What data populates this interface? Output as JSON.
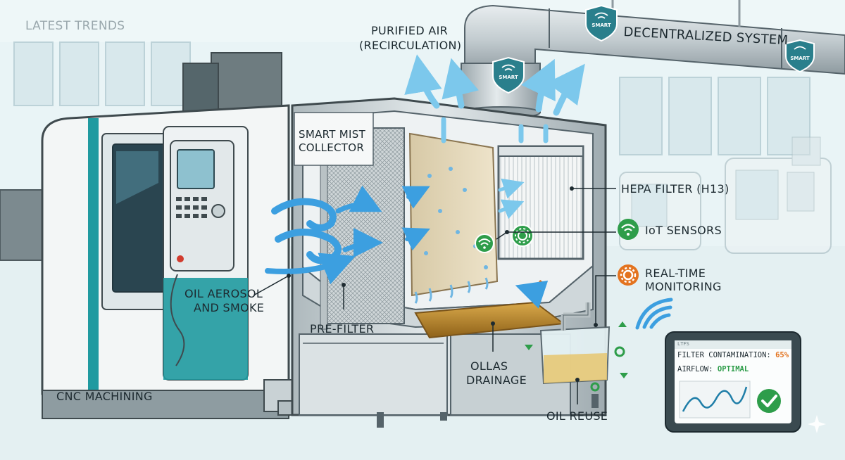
{
  "header": {
    "section_title": "LATEST TRENDS"
  },
  "labels": {
    "purified_air_line1": "PURIFIED AIR",
    "purified_air_line2": "(RECIRCULATION)",
    "decentralized_system": "DECENTRALIZED SYSTEM",
    "smart_mist_line1": "SMART MIST",
    "smart_mist_line2": "COLLECTOR",
    "hepa_filter": "HEPA FILTER (H13)",
    "iot_sensors": "IoT SENSORS",
    "realtime_line1": "REAL-TIME",
    "realtime_line2": "MONITORING",
    "oil_aerosol_line1": "OIL AEROSOL",
    "oil_aerosol_line2": "AND SMOKE",
    "pre_filter": "PRE-FILTER",
    "drainage_line1": "OLLAS",
    "drainage_line2": "DRAINAGE",
    "cnc_machining": "CNC MACHINING",
    "oil_reuse": "OIL REUSE",
    "smart_tag": "SMART"
  },
  "tablet": {
    "header_text": "LTFS",
    "contamination_label": "FILTER CONTAMINATION:",
    "contamination_value": "65%",
    "airflow_label": "AIRFLOW:",
    "airflow_value": "OPTIMAL"
  },
  "colors": {
    "background": "#e9f4f6",
    "machine_teal": "#1f9aa0",
    "machine_body": "#f3f6f6",
    "steel": "#c4cfd3",
    "air_blue": "#3c9fe0",
    "media_beige": "#e4d7b8",
    "oil_amber": "#c8942e",
    "sensor_green": "#2e9d4a",
    "monitor_orange": "#e3731f",
    "badge_teal": "#2a7f8c"
  },
  "icons": [
    "wifi-icon",
    "gear-icon",
    "checkmark-icon",
    "smart-shield-icon",
    "recycle-arrows-icon"
  ]
}
